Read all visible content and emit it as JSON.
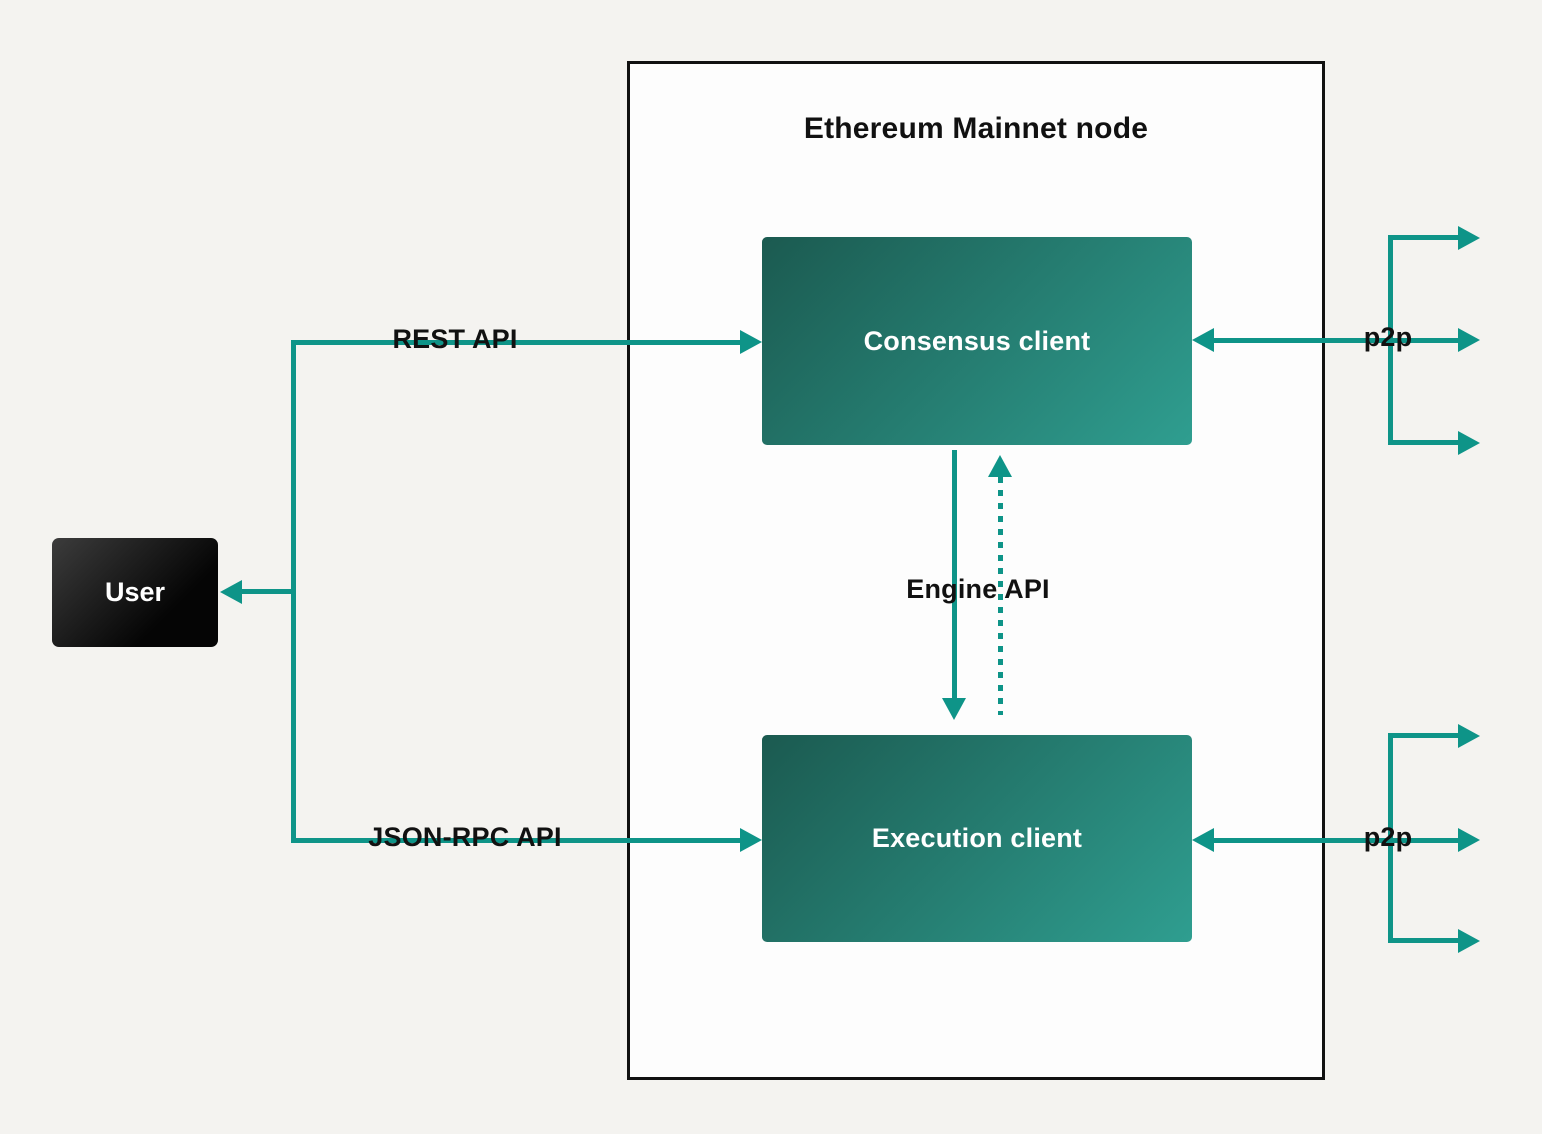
{
  "colors": {
    "accent": "#0e9488",
    "canvas_bg": "#f4f3f0",
    "node_bg": "#fdfdfd",
    "client_gradient_start": "#1b5a50",
    "client_gradient_end": "#2f9e90",
    "user_gradient_start": "#3c3c3c",
    "user_gradient_end": "#050505"
  },
  "diagram": {
    "title": "Ethereum Mainnet node",
    "nodes": {
      "user": {
        "label": "User"
      },
      "consensus_client": {
        "label": "Consensus client"
      },
      "execution_client": {
        "label": "Execution client"
      }
    },
    "labels": {
      "rest_api": "REST API",
      "json_rpc_api": "JSON-RPC API",
      "engine_api": "Engine API",
      "p2p_top": "p2p",
      "p2p_bottom": "p2p"
    }
  }
}
